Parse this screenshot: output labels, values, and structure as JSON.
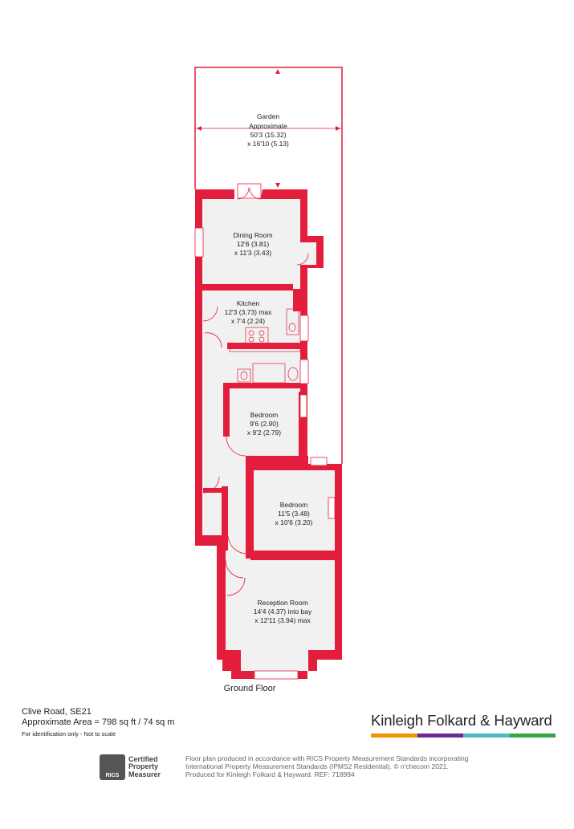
{
  "rooms": {
    "garden": {
      "name": "Garden",
      "line2": "Approximate",
      "line3": "50'3 (15.32)",
      "line4": "x 16'10 (5.13)"
    },
    "dining": {
      "name": "Dining Room",
      "line2": "12'6 (3.81)",
      "line3": "x 11'3 (3.43)"
    },
    "kitchen": {
      "name": "Kitchen",
      "line2": "12'3 (3.73) max",
      "line3": "x 7'4 (2.24)"
    },
    "bedroom1": {
      "name": "Bedroom",
      "line2": "9'6 (2.90)",
      "line3": "x 9'2 (2.79)"
    },
    "bedroom2": {
      "name": "Bedroom",
      "line2": "11'5 (3.48)",
      "line3": "x 10'6 (3.20)"
    },
    "reception": {
      "name": "Reception Room",
      "line2": "14'4 (4.37) into bay",
      "line3": "x 12'11 (3.94) max"
    }
  },
  "floor_label": "Ground Floor",
  "footer": {
    "address": "Clive Road, SE21",
    "area": "Approximate Area = 798 sq ft / 74 sq m",
    "note": "For identification only - Not to scale"
  },
  "brand": {
    "name": "Kinleigh Folkard & Hayward",
    "bar_colors": [
      "#f39200",
      "#6a2c91",
      "#4dbac6",
      "#3aa346"
    ]
  },
  "rics": {
    "logo_text": "RICS",
    "line1": "Certified",
    "line2": "Property",
    "line3": "Measurer"
  },
  "disclaimer": {
    "line1": "Floor plan produced in accordance with RICS Property Measurement Standards incorporating",
    "line2": "International Property Measurement Standards (IPMS2 Residential).  © n'checom 2021.",
    "line3": "Produced for Kinleigh Folkard & Hayward.   REF: 718994"
  },
  "colors": {
    "wall": "#e31e3c",
    "floor": "#f1f1f1",
    "thin": "#e31e3c"
  }
}
